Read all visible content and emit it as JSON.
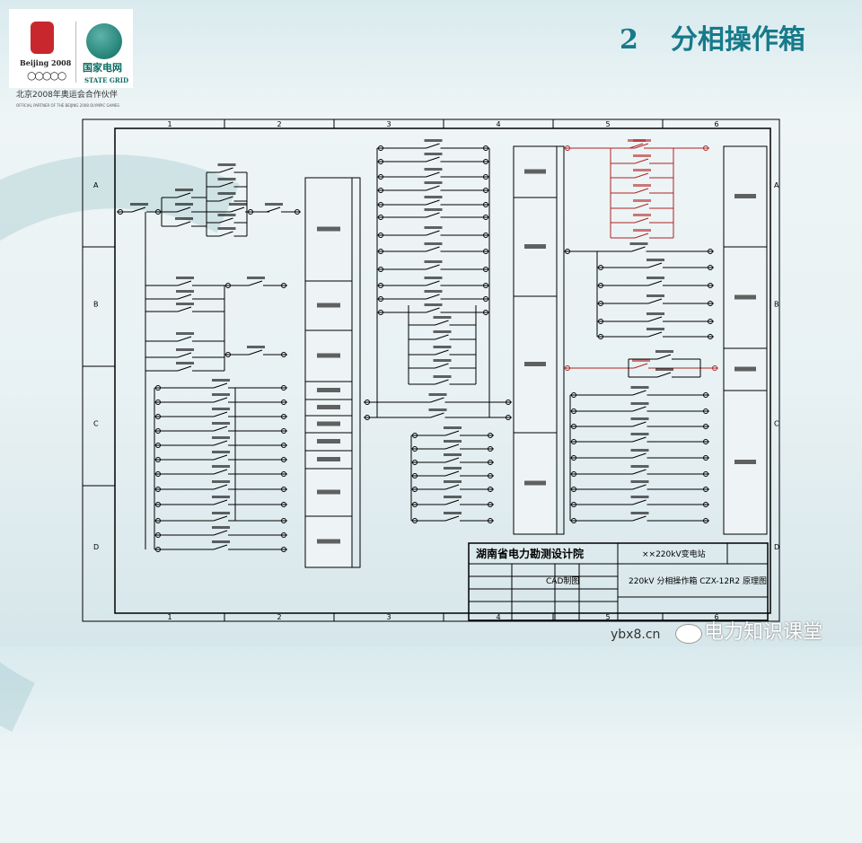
{
  "header": {
    "logo_beijing": "Beijing 2008",
    "logo_stategrid_cn": "国家电网",
    "logo_stategrid_en": "STATE GRID",
    "partner_cn": "北京2008年奥运会合作伙伴",
    "partner_en": "OFFICIAL PARTNER OF THE BEIJING 2008 OLYMPIC GAMES",
    "slide_number": "2",
    "slide_title": "分相操作箱"
  },
  "drawing": {
    "columns": [
      "1",
      "2",
      "3",
      "4",
      "5",
      "6"
    ],
    "rows": [
      "A",
      "B",
      "C",
      "D"
    ],
    "line_color": "#000000",
    "highlight_color": "#b22222",
    "title_block": {
      "institute": "湖南省电力勘测设计院",
      "project": "××220kV变电站",
      "drawing_title": "220kV 分相操作箱 CZX-12R2 原理图",
      "cad_label": "CAD制图"
    }
  },
  "watermark": {
    "text": "电力知识课堂",
    "url": "ybx8.cn"
  }
}
